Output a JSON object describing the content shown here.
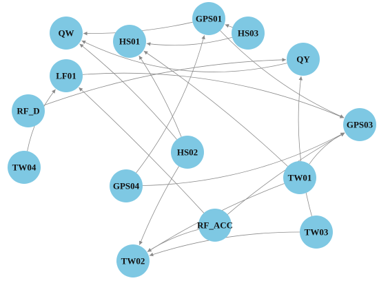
{
  "diagram": {
    "type": "directed-graph",
    "node_color": "#7ec8e3",
    "edge_color": "#8a8a8a",
    "label_color": "#111111",
    "nodes": [
      {
        "id": "QW",
        "label": "QW"
      },
      {
        "id": "HS01",
        "label": "HS01"
      },
      {
        "id": "GPS01",
        "label": "GPS01"
      },
      {
        "id": "HS03",
        "label": "HS03"
      },
      {
        "id": "QY",
        "label": "QY"
      },
      {
        "id": "LF01",
        "label": "LF01"
      },
      {
        "id": "RF_D",
        "label": "RF_D"
      },
      {
        "id": "GPS03",
        "label": "GPS03"
      },
      {
        "id": "TW04",
        "label": "TW04"
      },
      {
        "id": "HS02",
        "label": "HS02"
      },
      {
        "id": "GPS04",
        "label": "GPS04"
      },
      {
        "id": "TW01",
        "label": "TW01"
      },
      {
        "id": "RF_ACC",
        "label": "RF_ACC"
      },
      {
        "id": "TW03",
        "label": "TW03"
      },
      {
        "id": "TW02",
        "label": "TW02"
      }
    ],
    "edges": [
      {
        "source": "GPS01",
        "target": "QW"
      },
      {
        "source": "HS03",
        "target": "GPS01"
      },
      {
        "source": "HS03",
        "target": "HS01"
      },
      {
        "source": "QY",
        "target": "QW"
      },
      {
        "source": "GPS01",
        "target": "GPS03"
      },
      {
        "source": "HS02",
        "target": "QW"
      },
      {
        "source": "HS02",
        "target": "HS01"
      },
      {
        "source": "HS02",
        "target": "TW02"
      },
      {
        "source": "TW01",
        "target": "HS01"
      },
      {
        "source": "TW01",
        "target": "GPS03"
      },
      {
        "source": "TW01",
        "target": "TW02"
      },
      {
        "source": "RF_ACC",
        "target": "LF01"
      },
      {
        "source": "RF_ACC",
        "target": "GPS03"
      },
      {
        "source": "RF_ACC",
        "target": "TW02"
      },
      {
        "source": "TW03",
        "target": "QY"
      },
      {
        "source": "TW03",
        "target": "TW02"
      },
      {
        "source": "GPS04",
        "target": "GPS01"
      },
      {
        "source": "GPS04",
        "target": "GPS03"
      },
      {
        "source": "RF_D",
        "target": "QY"
      },
      {
        "source": "TW04",
        "target": "LF01"
      },
      {
        "source": "LF01",
        "target": "GPS03"
      }
    ]
  }
}
